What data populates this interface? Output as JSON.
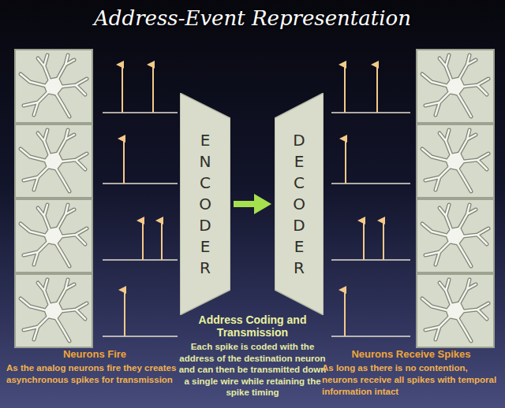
{
  "diagram": {
    "title": "Address-Event Representation",
    "nodes": [
      {
        "text": [
          "E N C O D E R"
        ]
      },
      {
        "text": [
          "D E C O D E R"
        ]
      }
    ],
    "edges": [
      {
        "from": 0,
        "to": 1,
        "arrow": "to"
      }
    ],
    "labels": [
      "Neurons Fire",
      "As the analog neurons fire they creates asynchronous spikes for transmission",
      "Address Coding and Transmission",
      "Each spike is coded with the address of the destination neuron and can then be transmitted down a single wire while retaining the spike timing",
      "Neurons Receive Spikes",
      "As long as there is no contention, neurons receive all spikes with temporal information intact"
    ]
  }
}
